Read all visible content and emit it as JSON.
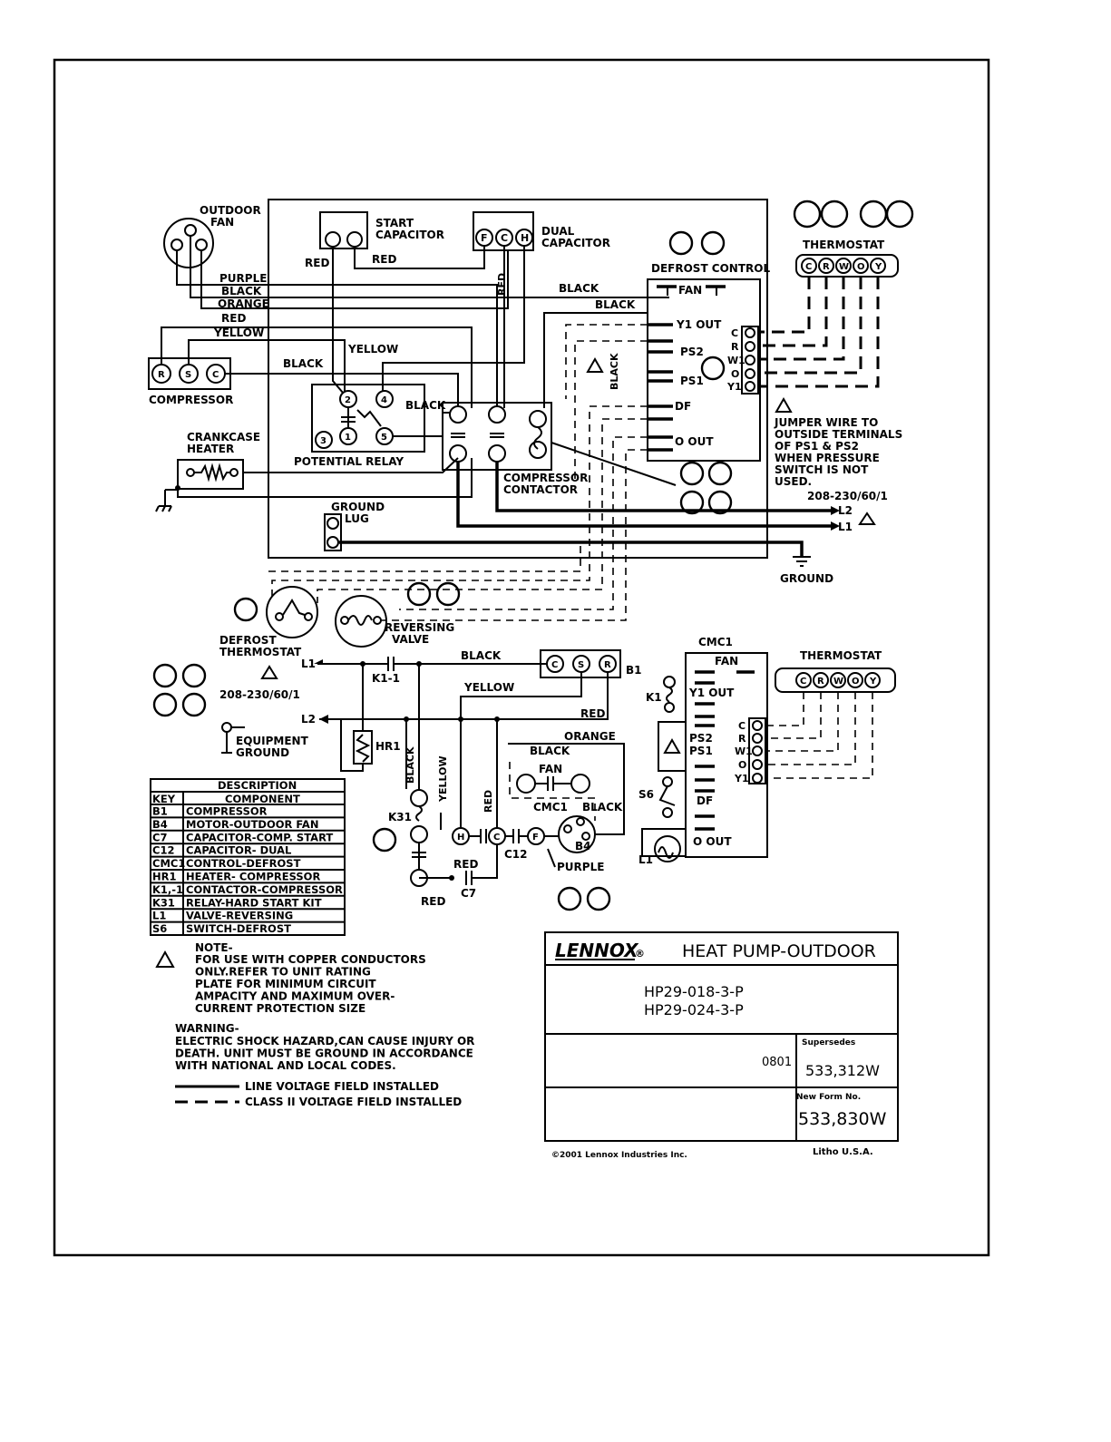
{
  "components": {
    "outdoor_fan": "OUTDOOR\nFAN",
    "start_capacitor": "START\nCAPACITOR",
    "dual_capacitor": "DUAL\nCAPACITOR",
    "defrost_control": "DEFROST CONTROL",
    "thermostat": "THERMOSTAT",
    "compressor": "COMPRESSOR",
    "crankcase_heater": "CRANKCASE\nHEATER",
    "potential_relay": "POTENTIAL RELAY",
    "compressor_contactor": "COMPRESSOR\nCONTACTOR",
    "ground_lug": "GROUND\nLUG",
    "ground": "GROUND",
    "defrost_thermostat": "DEFROST\nTHERMOSTAT",
    "reversing_valve": "REVERSING\nVALVE",
    "equipment_ground": "EQUIPMENT\nGROUND",
    "supply_voltage": "208-230/60/1"
  },
  "terminals": {
    "dual_cap": [
      "F",
      "C",
      "H"
    ],
    "compressor": [
      "R",
      "S",
      "C"
    ],
    "thermostat": [
      "C",
      "R",
      "W",
      "O",
      "Y"
    ],
    "defrost_side": [
      "C",
      "R",
      "W1",
      "O",
      "Y1"
    ],
    "defrost_pins": [
      "FAN",
      "Y1 OUT",
      "PS2",
      "PS1",
      "DF",
      "O OUT"
    ],
    "relay": [
      "2",
      "4",
      "1",
      "3",
      "5"
    ],
    "lines": [
      "L2",
      "L1"
    ]
  },
  "wires": {
    "purple": "PURPLE",
    "black": "BLACK",
    "orange": "ORANGE",
    "red": "RED",
    "yellow": "YELLOW"
  },
  "jumper_note": "JUMPER WIRE TO\nOUTSIDE TERMINALS\nOF PS1 & PS2\nWHEN PRESSURE\nSWITCH IS NOT\nUSED.",
  "ladder": {
    "k1_1": "K1-1",
    "b1": "B1",
    "hr1": "HR1",
    "k31": "K31",
    "c12": "C12",
    "c7": "C7",
    "b4": "B4",
    "cmc1": "CMC1",
    "fan": "FAN",
    "k1": "K1",
    "s6": "S6",
    "l1": "L1",
    "l2": "L2"
  },
  "legend_table": {
    "title": "DESCRIPTION",
    "headers": [
      "KEY",
      "COMPONENT"
    ],
    "rows": [
      [
        "B1",
        "COMPRESSOR"
      ],
      [
        "B4",
        "MOTOR-OUTDOOR FAN"
      ],
      [
        "C7",
        "CAPACITOR-COMP. START"
      ],
      [
        "C12",
        "CAPACITOR- DUAL"
      ],
      [
        "CMC1",
        "CONTROL-DEFROST"
      ],
      [
        "HR1",
        "HEATER- COMPRESSOR"
      ],
      [
        "K1,-1",
        "CONTACTOR-COMPRESSOR"
      ],
      [
        "K31",
        "RELAY-HARD START KIT"
      ],
      [
        "L1",
        "VALVE-REVERSING"
      ],
      [
        "S6",
        "SWITCH-DEFROST"
      ]
    ]
  },
  "notes": {
    "note_title": "NOTE-",
    "note_body": "FOR USE WITH COPPER CONDUCTORS\nONLY.REFER TO UNIT RATING\nPLATE FOR MINIMUM CIRCUIT\nAMPACITY AND MAXIMUM OVER-\nCURRENT PROTECTION SIZE",
    "warning_title": "WARNING-",
    "warning_body": "ELECTRIC SHOCK HAZARD,CAN CAUSE INJURY OR\nDEATH. UNIT MUST BE GROUND IN ACCORDANCE\nWITH NATIONAL AND LOCAL CODES.",
    "line_voltage": "LINE VOLTAGE FIELD INSTALLED",
    "class2_voltage": "CLASS II VOLTAGE FIELD INSTALLED"
  },
  "title_block": {
    "brand": "LENNOX",
    "brand_mark": "®",
    "title": "HEAT PUMP-OUTDOOR",
    "model_1": "HP29-018-3-P",
    "model_2": "HP29-024-3-P",
    "date_code": "0801",
    "supersedes_label": "Supersedes",
    "supersedes_value": "533,312W",
    "new_form_label": "New Form No.",
    "new_form_value": "533,830W",
    "copyright": "©2001 Lennox Industries Inc.",
    "litho": "Litho U.S.A."
  }
}
